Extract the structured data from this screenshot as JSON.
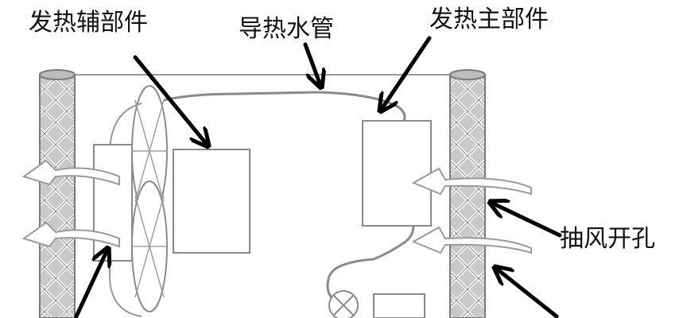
{
  "labels": {
    "aux_heat_part": "发热辅部件",
    "heat_pipe": "导热水管",
    "main_heat_part": "发热主部件",
    "exhaust_hole": "抽风开孔"
  }
}
